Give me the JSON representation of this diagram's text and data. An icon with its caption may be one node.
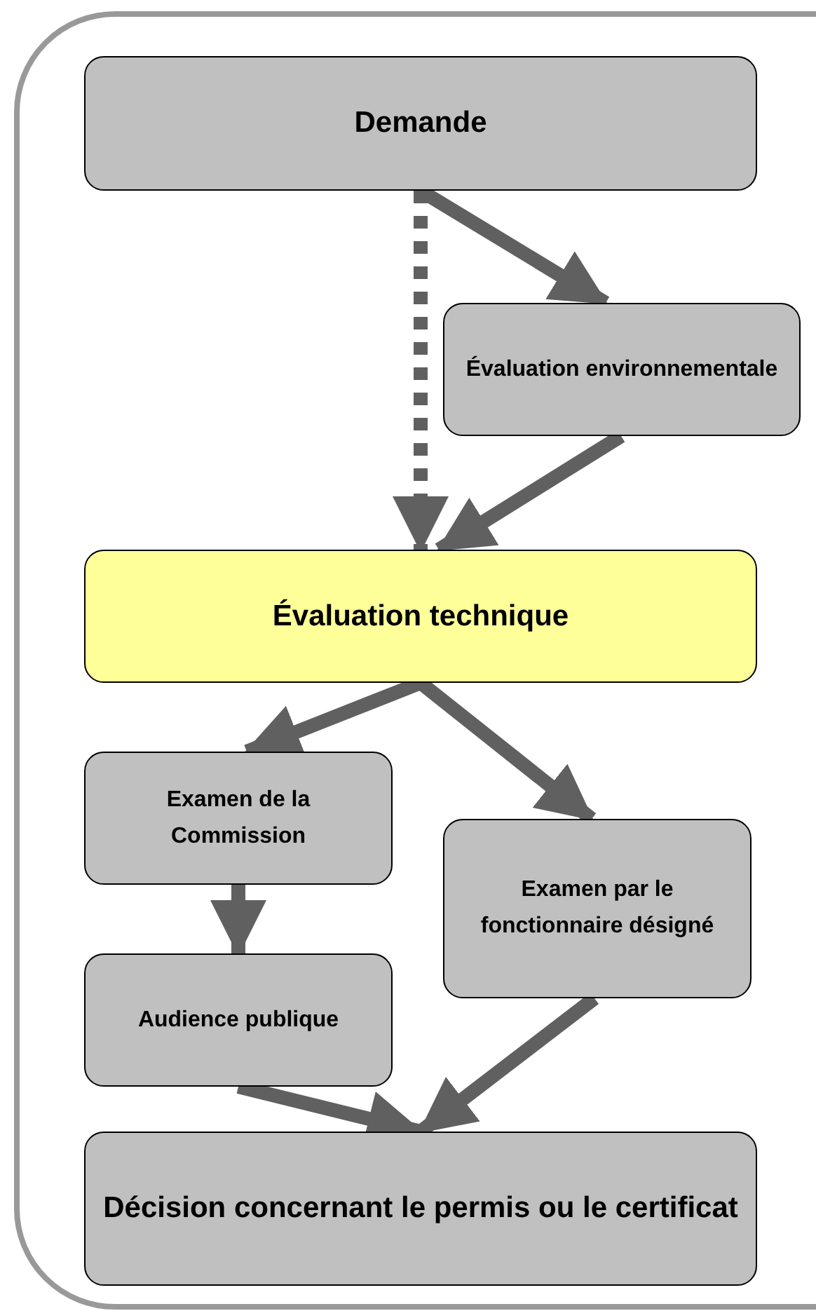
{
  "diagram": {
    "nodes": [
      {
        "text": [
          "Demande"
        ]
      },
      {
        "text": [
          "Évaluation environnementale"
        ]
      },
      {
        "text": [
          "Évaluation technique"
        ]
      },
      {
        "text": [
          "Examen de la Commission"
        ]
      },
      {
        "text": [
          "Examen par le fonctionnaire désigné"
        ]
      },
      {
        "text": [
          "Audience publique"
        ]
      },
      {
        "text": [
          "Décision concernant le permis ou le certificat"
        ]
      }
    ],
    "edges": [
      {
        "from": 0,
        "to": 1,
        "arrow": "to"
      },
      {
        "from": 0,
        "to": 2,
        "arrow": "to",
        "style": "dashed"
      },
      {
        "from": 1,
        "to": 2,
        "arrow": "to"
      },
      {
        "from": 2,
        "to": 3,
        "arrow": "to"
      },
      {
        "from": 2,
        "to": 4,
        "arrow": "to"
      },
      {
        "from": 3,
        "to": 5,
        "arrow": "to"
      },
      {
        "from": 5,
        "to": 6,
        "arrow": "to"
      },
      {
        "from": 4,
        "to": 6,
        "arrow": "to"
      }
    ]
  }
}
